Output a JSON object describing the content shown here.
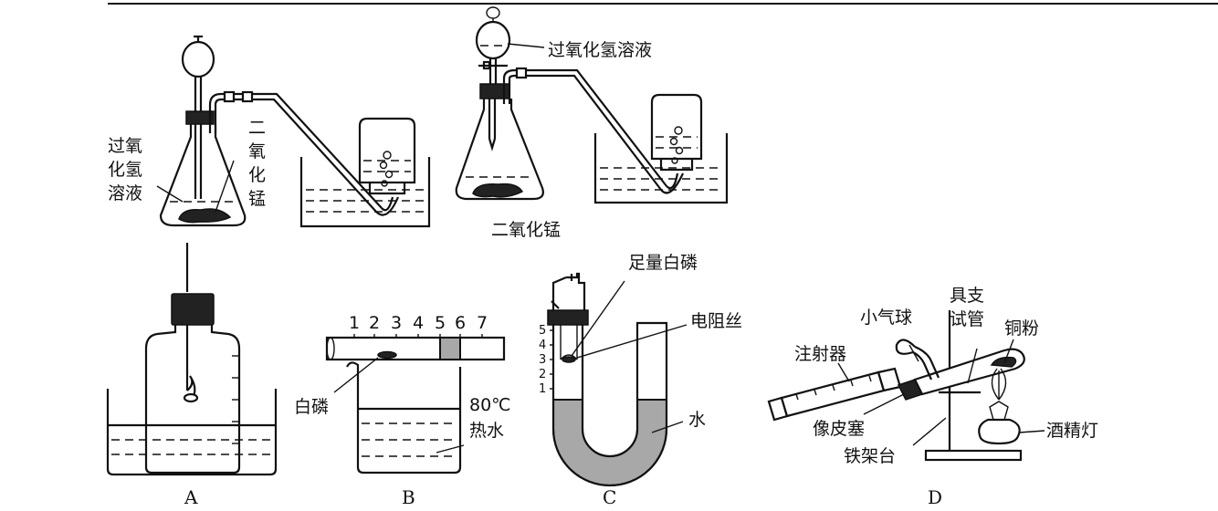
{
  "labels": {
    "a_hydrogen_peroxide": "过氧化氢溶液",
    "a_manganese_dioxide": "二氧化锰",
    "b_hydrogen_peroxide": "过氧化氢溶液",
    "b_manganese_dioxide": "二氧化锰",
    "white_phosphorus_b": "白磷",
    "hot_water_temp": "80℃",
    "hot_water": "热水",
    "excess_white_phosphorus": "足量白磷",
    "resistance_wire": "电阻丝",
    "water": "水",
    "small_balloon": "小气球",
    "syringe": "注射器",
    "branch_tube_line1": "具支",
    "branch_tube_line2": "试管",
    "copper_powder": "铜粉",
    "rubber_stopper": "像皮塞",
    "iron_stand": "铁架台",
    "alcohol_lamp": "酒精灯"
  },
  "scale_b": [
    "1",
    "2",
    "3",
    "4",
    "5",
    "6",
    "7"
  ],
  "scale_c": [
    "5",
    "4",
    "3",
    "2",
    "1"
  ],
  "panel_letters": [
    "A",
    "B",
    "C",
    "D"
  ]
}
